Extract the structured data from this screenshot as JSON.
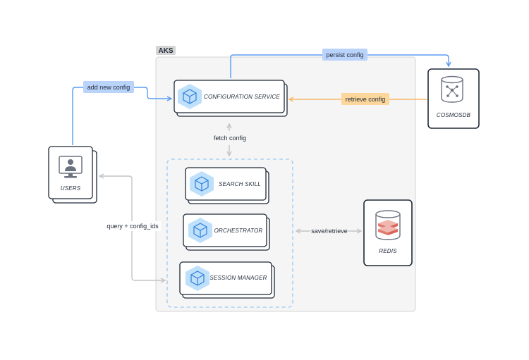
{
  "group": {
    "label": "AKS"
  },
  "nodes": {
    "users": {
      "label": "USERS",
      "icon": "user-monitor-icon"
    },
    "config_service": {
      "label": "CONFIGURATION SERVICE",
      "icon": "cube-icon"
    },
    "cosmosdb": {
      "label": "COSMOSDB",
      "icon": "database-network-icon"
    },
    "search_skill": {
      "label": "SEARCH SKILL",
      "icon": "cube-icon"
    },
    "orchestrator": {
      "label": "ORCHESTRATOR",
      "icon": "cube-icon"
    },
    "session_manager": {
      "label": "SESSION MANAGER",
      "icon": "cube-icon"
    },
    "redis": {
      "label": "REDIS",
      "icon": "redis-database-icon"
    }
  },
  "edges": {
    "add_new_config": "add new config",
    "persist_config": "persist config",
    "retrieve_config": "retrieve config",
    "fetch_config": "fetch config",
    "query_config_ids": "query + config_ids",
    "save_retrieve": "save/retrieve"
  },
  "colors": {
    "blue_line": "#5b9bf0",
    "blue_pill": "#b9d3fb",
    "orange_line": "#f7b866",
    "orange_pill": "#fcd69a",
    "gray_line": "#c4c4c4",
    "group_fill": "#f5f5f5",
    "hex_fill": "#bfe0fb",
    "dashed_border": "#aad1f5"
  }
}
